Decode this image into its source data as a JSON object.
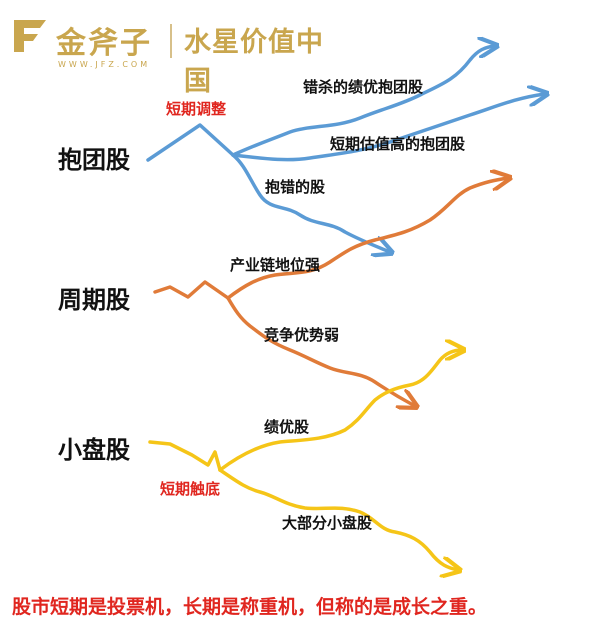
{
  "brand": {
    "name": "金斧子",
    "url": "WWW.JFZ.COM",
    "slogan": "水星价值中国"
  },
  "categories": {
    "baotuan": "抱团股",
    "zhouqi": "周期股",
    "xiaopan": "小盘股"
  },
  "labels": {
    "short_adjust": "短期调整",
    "wrong_kill": "错杀的绩优抱团股",
    "overvalued": "短期估值高的抱团股",
    "wrong_baotuan": "抱错的股",
    "strong_industry": "产业链地位强",
    "weak_competition": "竞争优势弱",
    "short_bottom": "短期触底",
    "quality": "绩优股",
    "most_small": "大部分小盘股"
  },
  "footer": "股市短期是投票机，长期是称重机，但称的是成长之重。",
  "colors": {
    "baotuan": "#5b9bd5",
    "zhouqi": "#e07b39",
    "xiaopan": "#f5c518",
    "accent": "#e0261f",
    "brand": "#c9a64e"
  }
}
